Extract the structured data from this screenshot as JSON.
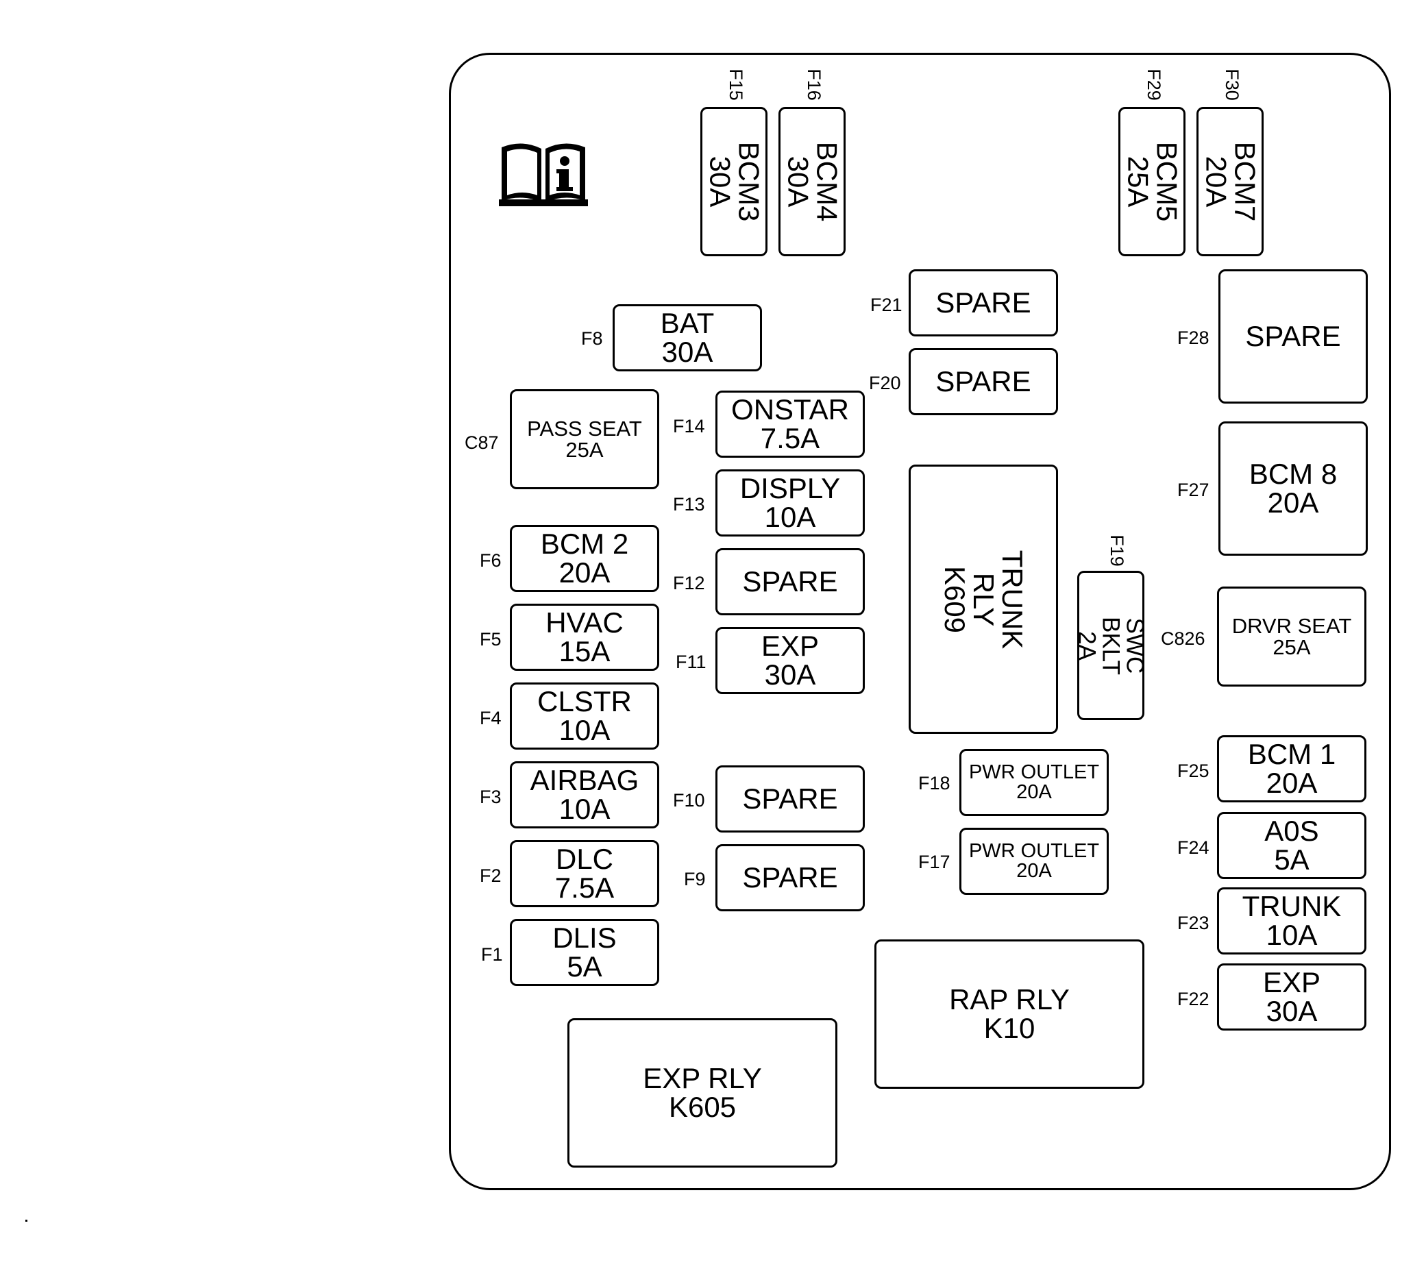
{
  "icons": {
    "manual": "owner-manual-info-icon"
  },
  "fuses": {
    "F15": {
      "id": "F15",
      "l1": "BCM3",
      "l2": "30A"
    },
    "F16": {
      "id": "F16",
      "l1": "BCM4",
      "l2": "30A"
    },
    "F29": {
      "id": "F29",
      "l1": "BCM5",
      "l2": "25A"
    },
    "F30": {
      "id": "F30",
      "l1": "BCM7",
      "l2": "20A"
    },
    "F8": {
      "id": "F8",
      "l1": "BAT",
      "l2": "30A"
    },
    "F21": {
      "id": "F21",
      "l1": "SPARE"
    },
    "F20": {
      "id": "F20",
      "l1": "SPARE"
    },
    "F28": {
      "id": "F28",
      "l1": "SPARE"
    },
    "C87": {
      "id": "C87",
      "l1": "PASS SEAT",
      "l2": "25A"
    },
    "F14": {
      "id": "F14",
      "l1": "ONSTAR",
      "l2": "7.5A"
    },
    "F13": {
      "id": "F13",
      "l1": "DISPLY",
      "l2": "10A"
    },
    "F27": {
      "id": "F27",
      "l1": "BCM 8",
      "l2": "20A"
    },
    "F6": {
      "id": "F6",
      "l1": "BCM 2",
      "l2": "20A"
    },
    "F12": {
      "id": "F12",
      "l1": "SPARE"
    },
    "F19": {
      "id": "F19",
      "l1": "SWC BKLT",
      "l2": "2A"
    },
    "C826": {
      "id": "C826",
      "l1": "DRVR SEAT",
      "l2": "25A"
    },
    "F5": {
      "id": "F5",
      "l1": "HVAC",
      "l2": "15A"
    },
    "F11": {
      "id": "F11",
      "l1": "EXP",
      "l2": "30A"
    },
    "F4": {
      "id": "F4",
      "l1": "CLSTR",
      "l2": "10A"
    },
    "F25": {
      "id": "F25",
      "l1": "BCM 1",
      "l2": "20A"
    },
    "F3": {
      "id": "F3",
      "l1": "AIRBAG",
      "l2": "10A"
    },
    "F10": {
      "id": "F10",
      "l1": "SPARE"
    },
    "F18": {
      "id": "F18",
      "l1": "PWR OUTLET",
      "l2": "20A"
    },
    "F24": {
      "id": "F24",
      "l1": "A0S",
      "l2": "5A"
    },
    "F2": {
      "id": "F2",
      "l1": "DLC",
      "l2": "7.5A"
    },
    "F9": {
      "id": "F9",
      "l1": "SPARE"
    },
    "F17": {
      "id": "F17",
      "l1": "PWR OUTLET",
      "l2": "20A"
    },
    "F23": {
      "id": "F23",
      "l1": "TRUNK",
      "l2": "10A"
    },
    "F1": {
      "id": "F1",
      "l1": "DLIS",
      "l2": "5A"
    },
    "F22": {
      "id": "F22",
      "l1": "EXP",
      "l2": "30A"
    }
  },
  "relays": {
    "trunk": {
      "l1": "TRUNK RLY",
      "l2": "K609"
    },
    "rap": {
      "l1": "RAP RLY",
      "l2": "K10"
    },
    "exp": {
      "l1": "EXP RLY",
      "l2": "K605"
    }
  }
}
